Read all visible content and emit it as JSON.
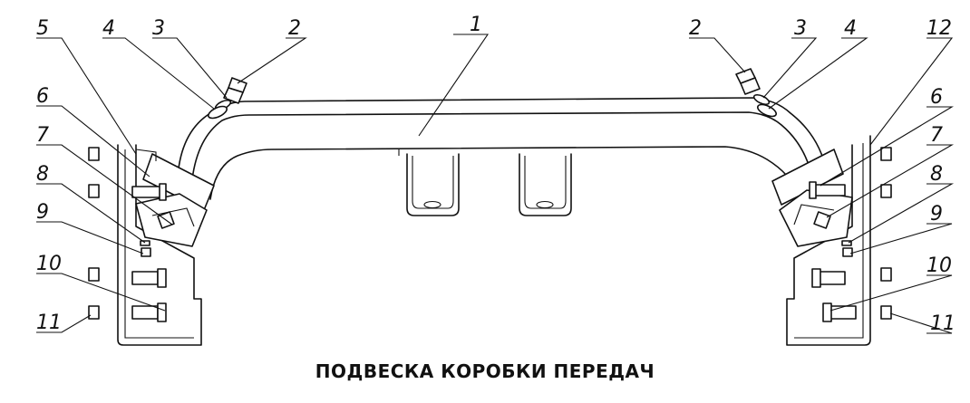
{
  "caption": "ПОДВЕСКА КОРОБКИ ПЕРЕДАЧ",
  "callouts": {
    "l1": "1",
    "l2": "2",
    "l3": "3",
    "l4": "4",
    "l5": "5",
    "l6": "6",
    "l7": "7",
    "l8": "8",
    "l9": "9",
    "l10": "10",
    "l11": "11",
    "r2": "2",
    "r3": "3",
    "r4": "4",
    "r12": "12",
    "r6": "6",
    "r7": "7",
    "r8": "8",
    "r9": "9",
    "r10": "10",
    "r11": "11"
  }
}
